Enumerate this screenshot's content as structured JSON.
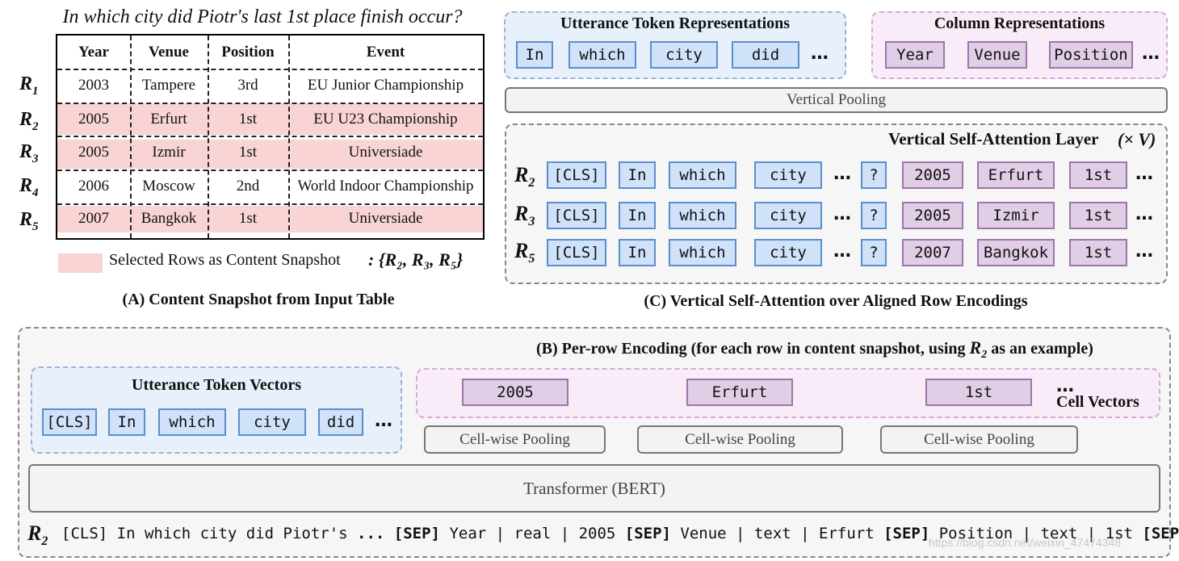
{
  "panel_a": {
    "question": "In which city did Piotr's last 1st place finish occur?",
    "headers": [
      "Year",
      "Venue",
      "Position",
      "Event"
    ],
    "rows": [
      {
        "label": "R",
        "sub": "1",
        "cells": [
          "2003",
          "Tampere",
          "3rd",
          "EU Junior Championship"
        ],
        "selected": false
      },
      {
        "label": "R",
        "sub": "2",
        "cells": [
          "2005",
          "Erfurt",
          "1st",
          "EU U23 Championship"
        ],
        "selected": true
      },
      {
        "label": "R",
        "sub": "3",
        "cells": [
          "2005",
          "Izmir",
          "1st",
          "Universiade"
        ],
        "selected": true
      },
      {
        "label": "R",
        "sub": "4",
        "cells": [
          "2006",
          "Moscow",
          "2nd",
          "World Indoor Championship"
        ],
        "selected": false
      },
      {
        "label": "R",
        "sub": "5",
        "cells": [
          "2007",
          "Bangkok",
          "1st",
          "Universiade"
        ],
        "selected": true
      }
    ],
    "legend_text": "Selected Rows as Content Snapshot",
    "legend_set": ": {R₂, R₃, R₅}",
    "caption": "(A) Content Snapshot from Input Table"
  },
  "panel_c": {
    "utterance_title": "Utterance Token Representations",
    "utterance_tokens": [
      "In",
      "which",
      "city",
      "did"
    ],
    "column_title": "Column Representations",
    "column_tokens": [
      "Year",
      "Venue",
      "Position"
    ],
    "ellipsis": "…",
    "vertical_pooling": "Vertical Pooling",
    "attention_title": "Vertical Self-Attention Layer",
    "attention_times": "(× V)",
    "rows": [
      {
        "label": "R",
        "sub": "2",
        "tokens": [
          "[CLS]",
          "In",
          "which",
          "city",
          "?"
        ],
        "cells": [
          "2005",
          "Erfurt",
          "1st"
        ]
      },
      {
        "label": "R",
        "sub": "3",
        "tokens": [
          "[CLS]",
          "In",
          "which",
          "city",
          "?"
        ],
        "cells": [
          "2005",
          "Izmir",
          "1st"
        ]
      },
      {
        "label": "R",
        "sub": "5",
        "tokens": [
          "[CLS]",
          "In",
          "which",
          "city",
          "?"
        ],
        "cells": [
          "2007",
          "Bangkok",
          "1st"
        ]
      }
    ],
    "caption": "(C) Vertical Self-Attention over Aligned Row Encodings"
  },
  "panel_b": {
    "title_pre": "(B) Per-row Encoding (for each row in content snapshot, using ",
    "title_var": "R",
    "title_sub": "2",
    "title_post": " as an example)",
    "utterance_title": "Utterance Token Vectors",
    "utterance_tokens": [
      "[CLS]",
      "In",
      "which",
      "city",
      "did"
    ],
    "cell_tokens": [
      "2005",
      "Erfurt",
      "1st"
    ],
    "cell_title": "Cell Vectors",
    "pooling_labels": [
      "Cell-wise Pooling",
      "Cell-wise Pooling",
      "Cell-wise Pooling"
    ],
    "transformer": "Transformer (BERT)",
    "seq_label": "R",
    "seq_sub": "2",
    "sequence": [
      {
        "t": "[CLS] In which city did Piotr's ",
        "b": false
      },
      {
        "t": "... [SEP]",
        "b": true
      },
      {
        "t": " Year | real | 2005 ",
        "b": false
      },
      {
        "t": "[SEP]",
        "b": true
      },
      {
        "t": " Venue | text | Erfurt ",
        "b": false
      },
      {
        "t": "[SEP]",
        "b": true
      },
      {
        "t": " Position | text | 1st ",
        "b": false
      },
      {
        "t": "[SEP] ...",
        "b": true
      }
    ]
  },
  "watermark": "https://blog.csdn.net/weixin_47474348",
  "colors": {
    "highlight": "#f8d4d4",
    "token_blue": "#cfe2f9",
    "token_blue_border": "#5b8fcc",
    "token_purple": "#e0cde6",
    "token_purple_border": "#9c76a9"
  }
}
